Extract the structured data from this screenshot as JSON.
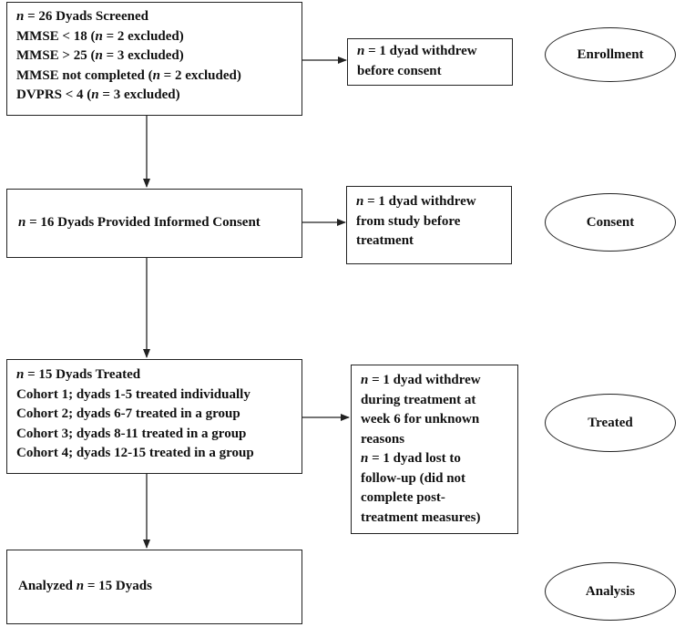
{
  "boxes": {
    "screened": {
      "line1": {
        "n": "n",
        "text": " = 26 Dyads Screened"
      },
      "line2": {
        "pre": "MMSE < 18 (",
        "n": "n",
        "post": " = 2 excluded)"
      },
      "line3": {
        "pre": "MMSE > 25 (",
        "n": "n",
        "post": " = 3 excluded)"
      },
      "line4": {
        "pre": "MMSE not completed (",
        "n": "n",
        "post": " = 2 excluded)"
      },
      "line5": {
        "pre": "DVPRS < 4 (",
        "n": "n",
        "post": " = 3 excluded)"
      }
    },
    "withdrew_enrollment": {
      "line1": {
        "n": "n",
        "text": " = 1 dyad withdrew"
      },
      "line2": "before consent"
    },
    "consent": {
      "line1": {
        "n": "n",
        "text": " = 16 Dyads Provided Informed Consent"
      }
    },
    "withdrew_consent": {
      "line1": {
        "n": "n",
        "text": " = 1 dyad withdrew"
      },
      "line2": "from study before",
      "line3": "treatment"
    },
    "treated": {
      "line1": {
        "n": "n",
        "text": " = 15 Dyads Treated"
      },
      "cohorts": [
        "Cohort 1; dyads 1-5 treated individually",
        "Cohort 2; dyads 6-7 treated in a group",
        "Cohort 3; dyads 8-11 treated in a group",
        "Cohort 4; dyads 12-15 treated in a group"
      ]
    },
    "withdrew_treated": {
      "line1": {
        "n": "n",
        "text": " = 1 dyad withdrew"
      },
      "line2": "during treatment at",
      "line3": "week 6 for unknown",
      "line4": "reasons",
      "line5": {
        "n": "n",
        "text": " = 1 dyad lost to"
      },
      "line6": "follow-up (did not",
      "line7": "complete post-",
      "line8": "treatment measures)"
    },
    "analyzed": {
      "line1": {
        "pre": "Analyzed ",
        "n": "n",
        "post": " = 15 Dyads"
      }
    }
  },
  "stages": {
    "enrollment": "Enrollment",
    "consent": "Consent",
    "treated": "Treated",
    "analysis": "Analysis"
  },
  "colors": {
    "stroke": "#222222",
    "text": "#111111",
    "background": "#ffffff"
  }
}
